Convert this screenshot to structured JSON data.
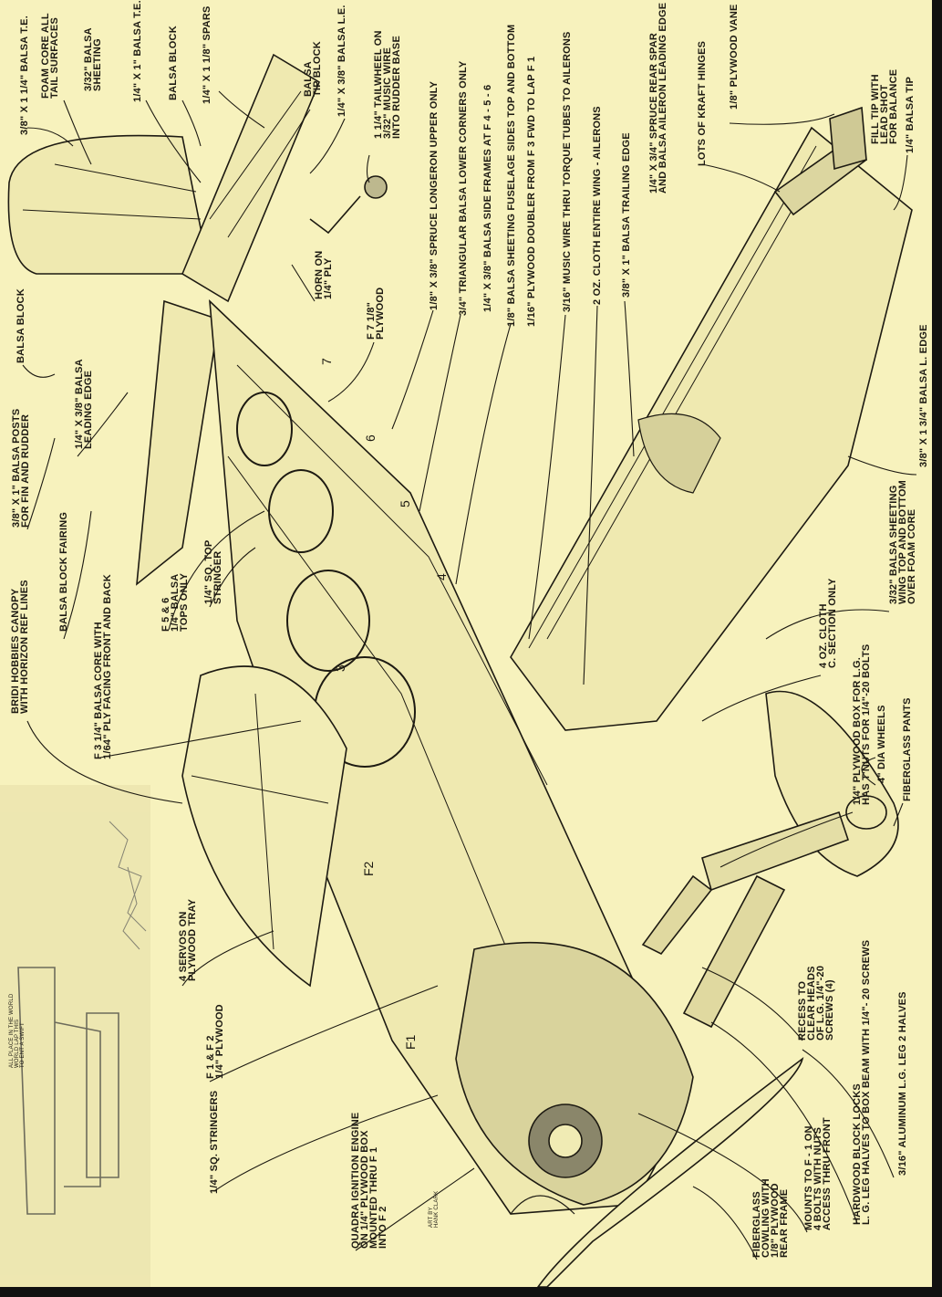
{
  "colors": {
    "paper": "#f7f2bd",
    "ink": "#1d1a12",
    "shade": "#8a866a"
  },
  "labels": {
    "te_tail": [
      "3/8\" X 1 1/4\" BALSA T.E."
    ],
    "foam_core": [
      "FOAM CORE ALL",
      "TAIL SURFACES"
    ],
    "sheeting_tail": [
      "3/32\" BALSA",
      "SHEETING"
    ],
    "te_stab": [
      "1/4\" X 1\" BALSA T.E."
    ],
    "balsa_block_top": [
      "BALSA BLOCK"
    ],
    "spars": [
      "1/4\" X 1 1/8\" SPARS"
    ],
    "tip_block": [
      "BALSA",
      "TIP BLOCK"
    ],
    "le_stab": [
      "1/4\" X 3/8\" BALSA L.E."
    ],
    "tailwheel": [
      "1 1/4\" TAILWHEEL ON",
      "3/32\" MUSIC WIRE",
      "INTO RUDDER BASE"
    ],
    "horn": [
      "HORN ON",
      "1/4\" PLY"
    ],
    "f7": [
      "F 7  1/8\"",
      "PLYWOOD"
    ],
    "longeron": [
      "1/8\" X 3/8\" SPRUCE LONGERON  UPPER ONLY"
    ],
    "triangular": [
      "3/4\" TRIANGULAR  BALSA  LOWER CORNERS ONLY"
    ],
    "side_frames": [
      "1/4\" X 3/8\" BALSA SIDE FRAMES AT  F 4 - 5 - 6"
    ],
    "fuselage_sheeting": [
      "1/8\" BALSA SHEETING  FUSELAGE  SIDES  TOP AND  BOTTOM"
    ],
    "doubler": [
      "1/16\" PLYWOOD DOUBLER FROM  F 3  FWD  TO LAP  F 1"
    ],
    "music_wire": [
      "3/16\" MUSIC WIRE  THRU  TORQUE TUBES  TO AILERONS"
    ],
    "cloth_2oz": [
      "2  OZ.  CLOTH  ENTIRE  WING - AILERONS"
    ],
    "trailing_edge": [
      "3/8\"  X  1\"   BALSA  TRAILING  EDGE"
    ],
    "rear_spar": [
      "1/4\" X 3/4\" SPRUCE REAR SPAR",
      "AND BALSA AILERON LEADING EDGE"
    ],
    "kraft_hinges": [
      "LOTS OF KRAFT  HINGES"
    ],
    "plywood_vane": [
      "1/8\" PLYWOOD VANE"
    ],
    "fill_tip": [
      "FILL TIP WITH",
      "LEAD SHOT",
      "FOR BALANCE"
    ],
    "balsa_tip": [
      "1/4\" BALSA TIP"
    ],
    "wing_le": [
      "3/8\" X 1 3/4\" BALSA  L. EDGE"
    ],
    "wing_sheeting": [
      "3/32\" BALSA SHEETING",
      "WING TOP AND BOTTOM",
      "OVER  FOAM  CORE"
    ],
    "cloth_4oz": [
      "4  OZ.  CLOTH",
      "C. SECTION ONLY"
    ],
    "lg_box": [
      "1/4\" PLYWOOD BOX FOR  L.G.",
      "HAS T'NUTS FOR 1/4\"-20 BOLTS"
    ],
    "wheels": [
      "4\" DIA WHEELS"
    ],
    "pants": [
      "FIBERGLASS  PANTS"
    ],
    "recess": [
      "RECESS TO",
      "CLEAR HEADS",
      "OF L.G. 1/4\"-20",
      "SCREWS (4)"
    ],
    "aluminum_leg": [
      "3/16\" ALUMINUM  L.G. LEG   2  HALVES"
    ],
    "hardwood_block": [
      "HARDWOOD BLOCK LOCKS",
      "L. G. LEG HALVES TO BOX BEAM  WITH  1/4\"- 20  SCREWS"
    ],
    "mounts": [
      "MOUNTS TO  F - 1  ON",
      "4  BOLTS WITH NUTS",
      "ACCESS THRU FRONT"
    ],
    "cowling": [
      "FIBERGLASS",
      "COWLING  WITH",
      "1/8\" PLYWOOD",
      "REAR  FRAME"
    ],
    "engine": [
      "QUADRA  IGNITION  ENGINE",
      "ON 1/4\" PLYWOOD  BOX",
      "MOUNTED  THRU  F 1",
      "INTO  F 2"
    ],
    "stringers": [
      "1/4\" SQ. STRINGERS"
    ],
    "f1_f2": [
      "F 1  &  F 2",
      "1/4\" PLYWOOD"
    ],
    "servos": [
      "4  SERVOS ON",
      "PLYWOOD TRAY"
    ],
    "f3": [
      "F 3   1/4\" BALSA CORE  WITH",
      "1/64\" PLY  FACING FRONT AND BACK"
    ],
    "f5_6": [
      "F 5  &  6",
      "1/4\" BALSA",
      "TOPS ONLY"
    ],
    "top_stringer": [
      "1/4\" SQ. TOP",
      "STRINGER"
    ],
    "canopy": [
      "BRIDI  HOBBIES CANOPY",
      "WITH HORIZON REF LINES"
    ],
    "fairing": [
      "BALSA  BLOCK  FAIRING"
    ],
    "posts": [
      "3/8\" X 1\"  BALSA POSTS",
      "FOR FIN AND RUDDER"
    ],
    "stab_le": [
      "1/4\" X 3/8\" BALSA",
      "LEADING EDGE"
    ],
    "balsa_block_left": [
      "BALSA  BLOCK"
    ]
  },
  "former_numbers": {
    "f7": "7",
    "f6": "6",
    "f5": "5",
    "f4": "4",
    "f3": "3",
    "f2": "F2",
    "f1": "F1"
  },
  "inset_caption": [
    "ALL PLACE IN THE WORLD",
    "WORLD LAP THIS",
    "TO ENT A SWIFT"
  ],
  "signature": [
    "ART BY",
    "HANK CLARK"
  ]
}
